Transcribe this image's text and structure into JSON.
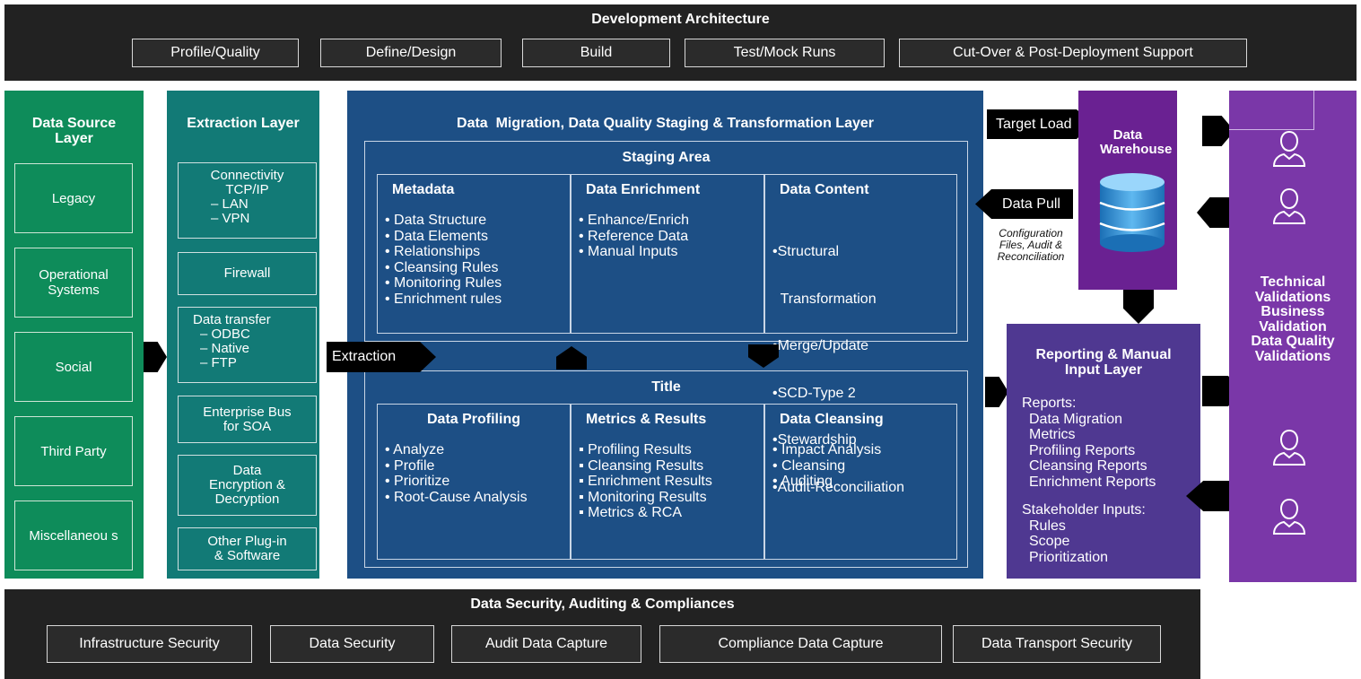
{
  "dev_architecture": {
    "title": "Development Architecture",
    "phases": [
      "Profile/Quality",
      "Define/Design",
      "Build",
      "Test/Mock Runs",
      "Cut-Over & Post-Deployment Support"
    ]
  },
  "data_source_layer": {
    "title": "Data Source Layer",
    "items": [
      "Legacy",
      "Operational Systems",
      "Social",
      "Third Party",
      "Miscellaneou s"
    ]
  },
  "extraction_layer": {
    "title": "Extraction Layer",
    "connectivity": "Connectivity TCP/IP",
    "connectivity_items": [
      "– LAN",
      "– VPN"
    ],
    "firewall": "Firewall",
    "data_transfer": "Data transfer",
    "data_transfer_items": [
      "– ODBC",
      "– Native",
      "– FTP"
    ],
    "enterprise_bus": "Enterprise Bus for SOA",
    "encryption": "Data Encryption & Decryption",
    "other": "Other Plug-in & Software"
  },
  "transformation_layer": {
    "title": "Data  Migration, Data Quality Staging & Transformation Layer",
    "staging": {
      "title": "Staging Area",
      "columns": [
        {
          "title": "Metadata",
          "items": [
            "• Data Structure",
            "• Data Elements",
            "• Relationships",
            "• Cleansing Rules",
            "• Monitoring Rules",
            "• Enrichment rules"
          ]
        },
        {
          "title": "Data Enrichment",
          "items": [
            "• Enhance/Enrich",
            "• Reference Data",
            "• Manual Inputs"
          ]
        },
        {
          "title": "Data Content",
          "items": [
            "•Structural",
            "  Transformation",
            "•Merge/Update",
            "•SCD-Type 2",
            "•Stewardship",
            "•Audit-Reconciliation"
          ]
        }
      ]
    },
    "title_section": {
      "title": "Title",
      "columns": [
        {
          "title": "Data Profiling",
          "items": [
            "• Analyze",
            "• Profile",
            "• Prioritize",
            "• Root-Cause Analysis"
          ]
        },
        {
          "title": "Metrics & Results",
          "items": [
            "▪ Profiling Results",
            "▪ Cleansing Results",
            "▪ Enrichment Results",
            "▪ Monitoring Results",
            "▪ Metrics & RCA"
          ]
        },
        {
          "title": "Data Cleansing",
          "items": [
            "• Impact Analysis",
            "• Cleansing",
            "• Auditing"
          ]
        }
      ]
    }
  },
  "arrows": {
    "extraction": "Extraction",
    "target_load": "Target Load",
    "data_pull": "Data Pull",
    "config_note": "Configuration Files, Audit & Reconciliation"
  },
  "data_warehouse": {
    "title": "Data Warehouse"
  },
  "reporting_layer": {
    "title": "Reporting & Manual Input Layer",
    "reports_label": "Reports:",
    "reports": [
      "Data Migration",
      "Metrics",
      "Profiling Reports",
      "Cleansing Reports",
      "Enrichment Reports"
    ],
    "stakeholder_label": "Stakeholder Inputs:",
    "stakeholder_items": [
      "Rules",
      "Scope",
      "Prioritization"
    ]
  },
  "validations": {
    "lines": [
      "Technical",
      "Validations",
      "Business",
      "Validation",
      "Data Quality",
      "Validations"
    ]
  },
  "security": {
    "title": "Data Security, Auditing & Compliances",
    "items": [
      "Infrastructure Security",
      "Data Security",
      "Audit Data Capture",
      "Compliance Data Capture",
      "Data Transport Security"
    ]
  },
  "colors": {
    "dark_band": "#222222",
    "source_green": "#0e8c5a",
    "extraction_teal": "#127a76",
    "transform_blue": "#1d4f85",
    "warehouse_purple": "#6a2192",
    "reporting_purple": "#4f3891",
    "validation_purple": "#7a37a8"
  }
}
